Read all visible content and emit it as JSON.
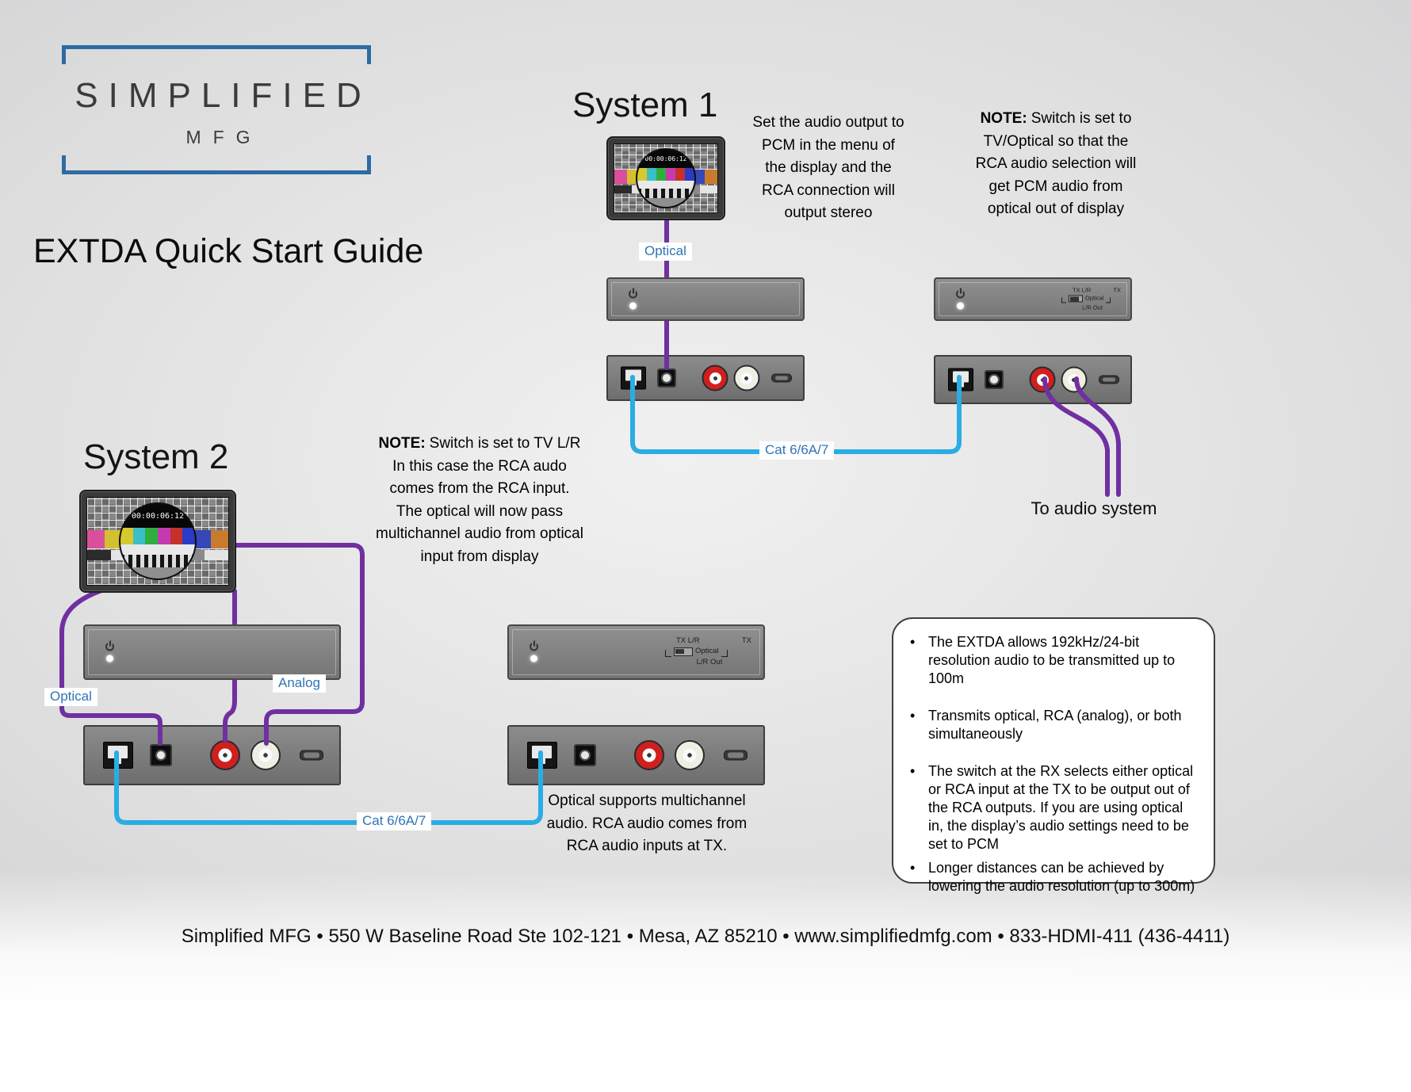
{
  "colors": {
    "cable_purple": "#7030a0",
    "cable_cyan": "#2aade3",
    "label_blue": "#2e74b5",
    "logo_blue": "#2d6ca2",
    "device_gray": "#7f7f7f"
  },
  "logo": {
    "brand": "SIMPLIFIED",
    "sub": "MFG"
  },
  "page_title": "EXTDA Quick Start Guide",
  "device_labels": {
    "tx_lr": "TX L/R",
    "tx": "TX",
    "optical": "Optical",
    "lr_out": "L/R Out"
  },
  "system1": {
    "heading": "System 1",
    "tv_timestamp": "00:00:06:12",
    "audio_note": "Set the audio output to PCM in the menu of the display and the RCA connection will output stereo",
    "note_prefix": "NOTE:",
    "note_text": "Switch is set to TV/Optical so that the RCA audio selection will get PCM audio from optical out of display",
    "optical_cable_label": "Optical",
    "cat_cable_label": "Cat 6/6A/7",
    "to_audio_system_label": "To audio system"
  },
  "system2": {
    "heading": "System 2",
    "tv_timestamp": "00:00:06:12",
    "note_prefix": "NOTE:",
    "note_text": "Switch is set to TV L/R In this case the RCA audo comes from the RCA input.  The optical will now pass multichannel audio from optical input from display",
    "optical_cable_label": "Optical",
    "analog_cable_label": "Analog",
    "cat_cable_label": "Cat 6/6A/7",
    "optical_note": "Optical supports multichannel audio. RCA audio comes from RCA audio inputs at TX."
  },
  "info_box": {
    "bullets": [
      "The EXTDA allows 192kHz/24-bit resolution audio to be transmitted up to 100m",
      "Transmits optical, RCA (analog), or both simultaneously",
      "The switch at the RX selects either optical or RCA input at the TX to be output out of the RCA outputs. If you are using optical in, the display’s audio settings need to be set to PCM",
      "Longer distances can be achieved by lowering the audio resolution (up to 300m)"
    ]
  },
  "footer": "Simplified MFG • 550 W Baseline Road Ste 102-121 • Mesa, AZ 85210 • www.simplifiedmfg.com • 833-HDMI-411 (436-4411)"
}
